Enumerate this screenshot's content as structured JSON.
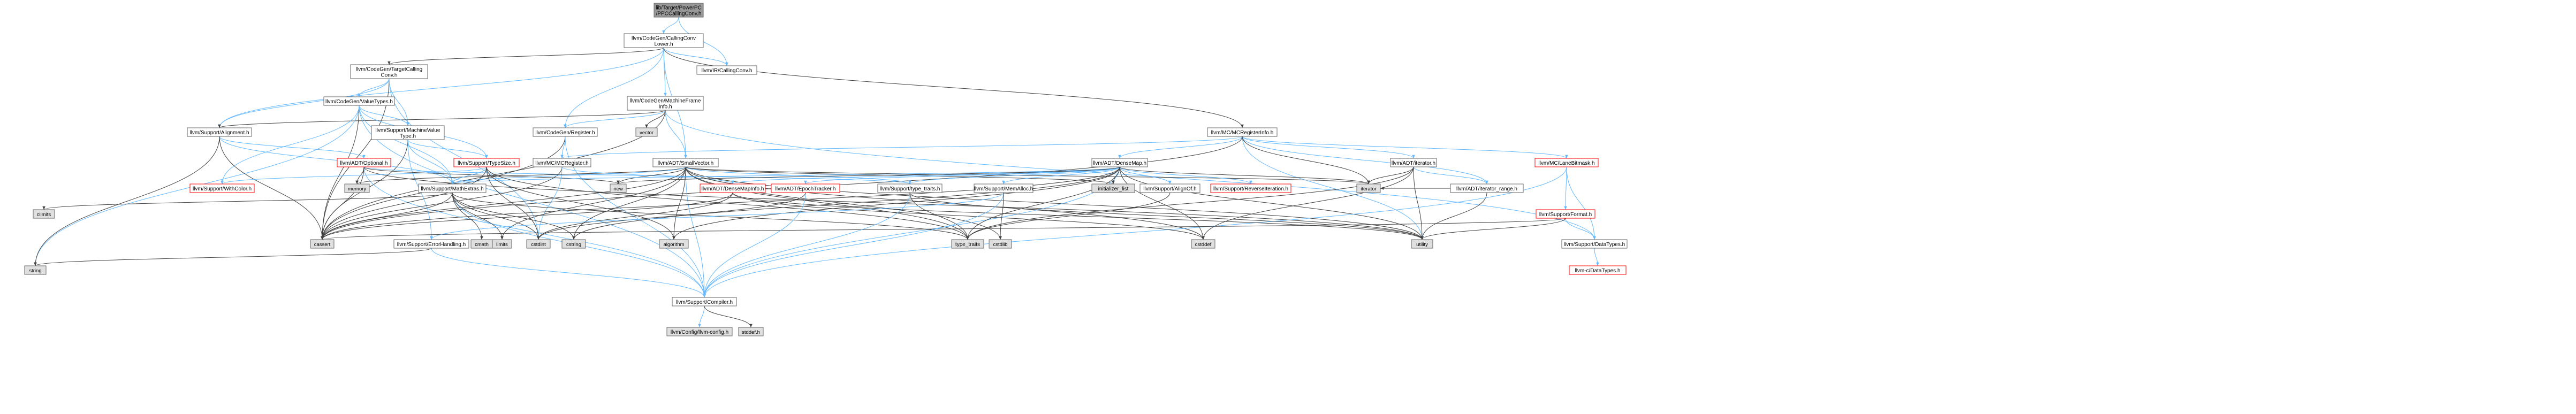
{
  "graph": {
    "colors": {
      "root_fill": "#999999",
      "header_fill": "#ffffff",
      "external_fill": "#e0e0e0",
      "node_stroke": "#666666",
      "red_stroke": "#ff0000",
      "edge_blue": "#63b8ff",
      "edge_dark": "#404040",
      "text": "#000000"
    },
    "nodes": {
      "root": [
        "lib/Target/PowerPC",
        "/PPCCallingConv.h"
      ],
      "cclower": [
        "llvm/CodeGen/CallingConv",
        "Lower.h"
      ],
      "ircc": [
        "llvm/IR/CallingConv.h"
      ],
      "tgtcc": [
        "llvm/CodeGen/TargetCalling",
        "Conv.h"
      ],
      "mframe": [
        "llvm/CodeGen/MachineFrame",
        "Info.h"
      ],
      "vectorx": [
        "vector"
      ],
      "cgvt": [
        "llvm/CodeGen/ValueTypes.h"
      ],
      "mcreginfo": [
        "llvm/MC/MCRegisterInfo.h"
      ],
      "align": [
        "llvm/Support/Alignment.h"
      ],
      "mvt": [
        "llvm/Support/MachineValue",
        "Type.h"
      ],
      "cgreg": [
        "llvm/CodeGen/Register.h"
      ],
      "optional": [
        "llvm/ADT/Optional.h"
      ],
      "mcreg": [
        "llvm/MC/MCRegister.h"
      ],
      "smallvec": [
        "llvm/ADT/SmallVector.h"
      ],
      "densemap": [
        "llvm/ADT/DenseMap.h"
      ],
      "iterator": [
        "llvm/ADT/iterator.h"
      ],
      "lanebm": [
        "llvm/MC/LaneBitmask.h"
      ],
      "typesize": [
        "llvm/Support/TypeSize.h"
      ],
      "withcolor": [
        "llvm/Support/WithColor.h"
      ],
      "memory": [
        "memory"
      ],
      "mathext": [
        "llvm/Support/MathExtras.h"
      ],
      "newx": [
        "new"
      ],
      "dmapinfo": [
        "llvm/ADT/DenseMapInfo.h"
      ],
      "epoch": [
        "llvm/ADT/EpochTracker.h"
      ],
      "typetraits": [
        "llvm/Support/type_traits.h"
      ],
      "memalloc": [
        "llvm/Support/MemAlloc.h"
      ],
      "initlist": [
        "initializer_list"
      ],
      "alignof": [
        "llvm/Support/AlignOf.h"
      ],
      "reviter": [
        "llvm/Support/ReverseIteration.h"
      ],
      "iteratorx": [
        "iterator"
      ],
      "iterrange": [
        "llvm/ADT/iterator_range.h"
      ],
      "format": [
        "llvm/Support/Format.h"
      ],
      "climits": [
        "climits"
      ],
      "cassert": [
        "cassert"
      ],
      "errhand": [
        "llvm/Support/ErrorHandling.h"
      ],
      "cmath": [
        "cmath"
      ],
      "limits": [
        "limits"
      ],
      "cstdint": [
        "cstdint"
      ],
      "cstring": [
        "cstring"
      ],
      "algorithm": [
        "algorithm"
      ],
      "typetraitsx": [
        "type_traits"
      ],
      "cstdlib": [
        "cstdlib"
      ],
      "cstddef": [
        "cstddef"
      ],
      "utility": [
        "utility"
      ],
      "datatypes": [
        "llvm/Support/DataTypes.h"
      ],
      "stringx": [
        "string"
      ],
      "compiler": [
        "llvm/Support/Compiler.h"
      ],
      "cdatatypes": [
        "llvm-c/DataTypes.h"
      ],
      "config": [
        "llvm/Config/llvm-config.h"
      ],
      "stddef": [
        "stddef.h"
      ]
    }
  }
}
